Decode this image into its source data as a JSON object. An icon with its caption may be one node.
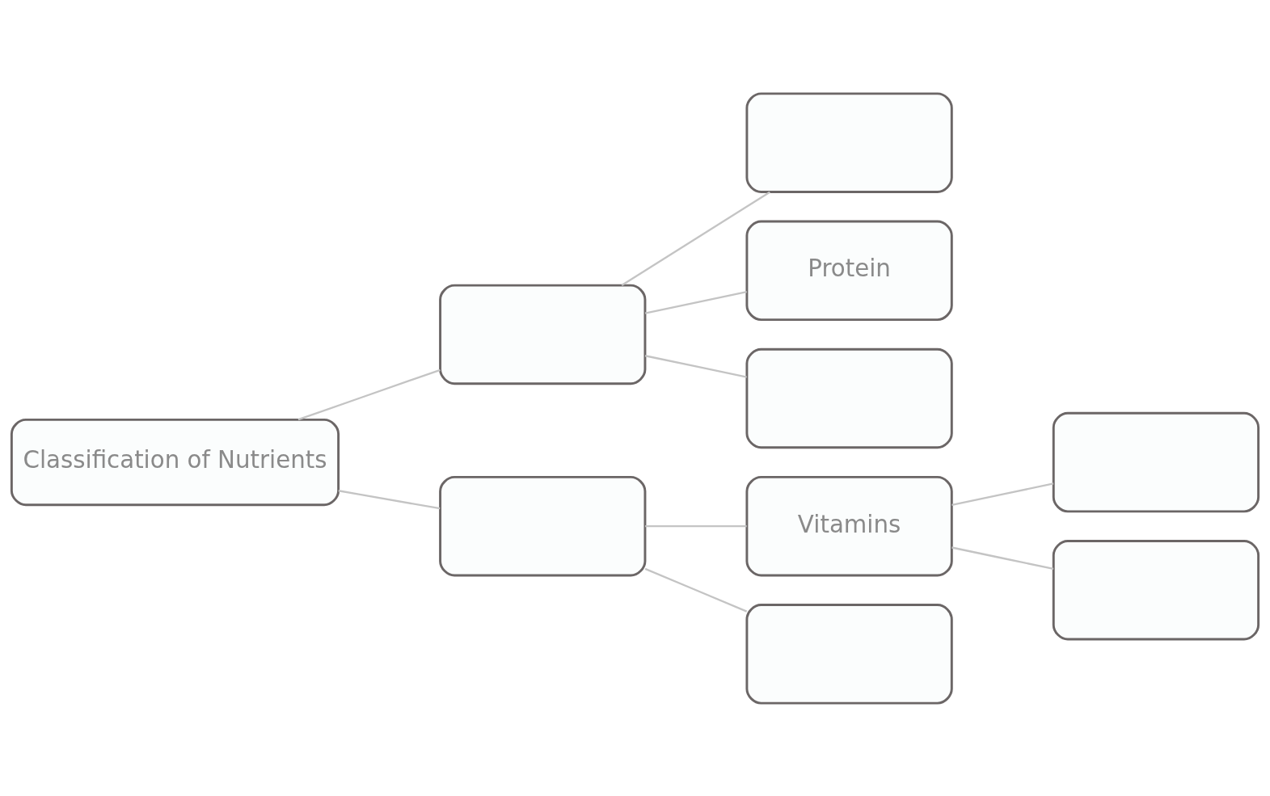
{
  "diagram": {
    "nodes": [
      {
        "text": [
          "Classification of Nutrients"
        ]
      },
      {
        "text": [],
        "shape": "box"
      },
      {
        "text": [],
        "shape": "box"
      },
      {
        "text": [
          "Protein"
        ]
      },
      {
        "text": [],
        "shape": "box"
      },
      {
        "text": [],
        "shape": "box"
      },
      {
        "text": [
          "Vitamins"
        ]
      },
      {
        "text": [],
        "shape": "box"
      },
      {
        "text": [],
        "shape": "box"
      },
      {
        "text": [],
        "shape": "box"
      }
    ],
    "edges": [
      {
        "from": 0,
        "to": 1,
        "arrow": "none"
      },
      {
        "from": 0,
        "to": 5,
        "arrow": "none"
      },
      {
        "from": 1,
        "to": 2,
        "arrow": "none"
      },
      {
        "from": 1,
        "to": 3,
        "arrow": "none"
      },
      {
        "from": 1,
        "to": 4,
        "arrow": "none"
      },
      {
        "from": 5,
        "to": 6,
        "arrow": "none"
      },
      {
        "from": 5,
        "to": 7,
        "arrow": "none"
      },
      {
        "from": 6,
        "to": 8,
        "arrow": "none"
      },
      {
        "from": 6,
        "to": 9,
        "arrow": "none"
      }
    ]
  }
}
